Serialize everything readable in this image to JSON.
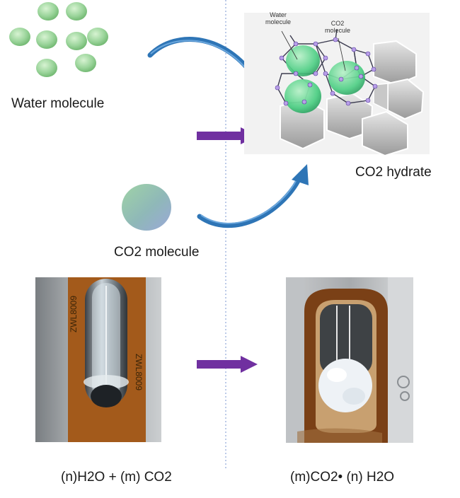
{
  "labels": {
    "water_molecule": "Water molecule",
    "co2_molecule": "CO2 molecule",
    "co2_hydrate": "CO2 hydrate",
    "inset_water": "Water molecule",
    "inset_co2": "CO2 molecule",
    "left_formula": "(n)H2O + (m) CO2",
    "right_formula": "(m)CO2• (n) H2O"
  },
  "colors": {
    "water_green": "#8fd18f",
    "arrow_purple": "#7030a0",
    "arrow_blue": "#2e75b6",
    "divider": "#8fa8d8"
  }
}
